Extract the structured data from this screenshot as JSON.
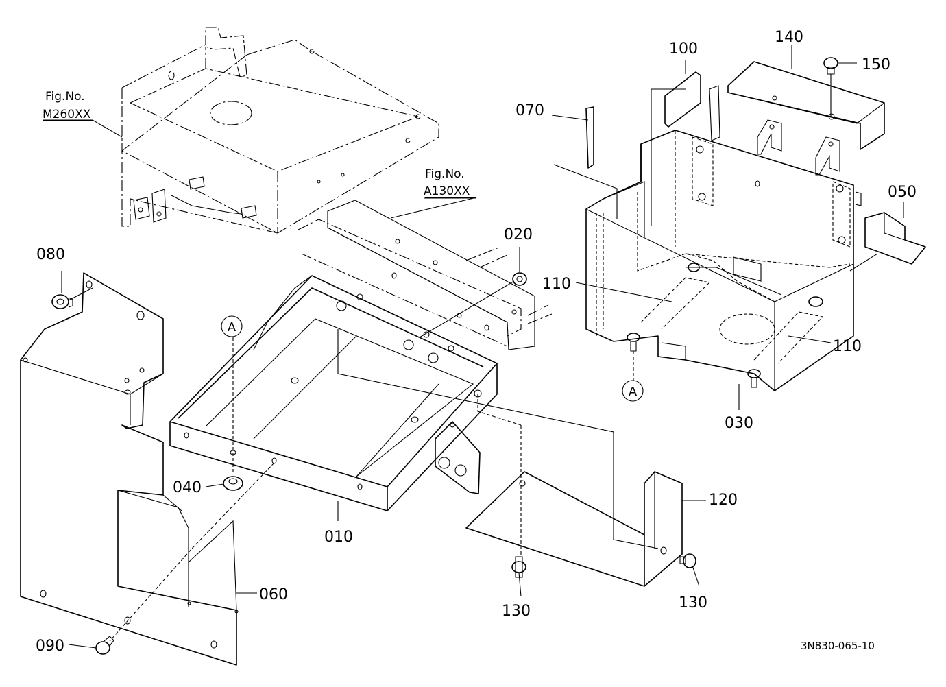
{
  "diagram": {
    "drawing_code": "3N830-065-10",
    "figure_refs": [
      {
        "id": "m260",
        "caption": "Fig.No.",
        "number": "M260XX"
      },
      {
        "id": "a130",
        "caption": "Fig.No.",
        "number": "A130XX"
      }
    ],
    "callouts": {
      "p010": "010",
      "p020": "020",
      "p030": "030",
      "p040": "040",
      "p050": "050",
      "p060": "060",
      "p070": "070",
      "p080": "080",
      "p090": "090",
      "p100": "100",
      "p110a": "110",
      "p110b": "110",
      "p120": "120",
      "p130a": "130",
      "p130b": "130",
      "p140": "140",
      "p150": "150"
    },
    "markers": {
      "a1": "A",
      "a2": "A"
    }
  }
}
